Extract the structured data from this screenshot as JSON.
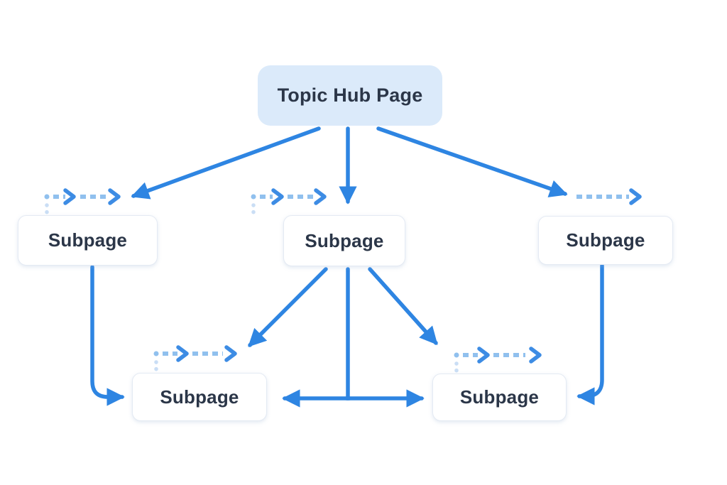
{
  "diagram": {
    "nodes": {
      "hub": {
        "label": "Topic Hub Page",
        "role": "hub"
      },
      "subpage_left": {
        "label": "Subpage",
        "role": "subpage"
      },
      "subpage_middle": {
        "label": "Subpage",
        "role": "subpage"
      },
      "subpage_right": {
        "label": "Subpage",
        "role": "subpage"
      },
      "subpage_bottom_left": {
        "label": "Subpage",
        "role": "subpage"
      },
      "subpage_bottom_right": {
        "label": "Subpage",
        "role": "subpage"
      }
    },
    "edges": [
      {
        "from": "hub",
        "to": "subpage_left",
        "style": "solid-arrow"
      },
      {
        "from": "hub",
        "to": "subpage_middle",
        "style": "solid-arrow"
      },
      {
        "from": "hub",
        "to": "subpage_right",
        "style": "solid-arrow"
      },
      {
        "from": "subpage_left",
        "to": "subpage_bottom_left",
        "style": "solid-arrow-elbow"
      },
      {
        "from": "subpage_middle",
        "to": "subpage_bottom_left",
        "style": "solid-arrow"
      },
      {
        "from": "subpage_middle",
        "to": "bottom_row_junction",
        "style": "solid-line"
      },
      {
        "from": "subpage_middle",
        "to": "subpage_bottom_right",
        "style": "solid-arrow"
      },
      {
        "from": "bottom_row_junction",
        "to": "subpage_bottom_left",
        "style": "solid-arrow"
      },
      {
        "from": "bottom_row_junction",
        "to": "subpage_bottom_right",
        "style": "solid-arrow"
      },
      {
        "from": "subpage_right",
        "to": "subpage_bottom_right",
        "style": "solid-arrow-elbow"
      },
      {
        "into": "subpage_left",
        "style": "dashed-chain-arrow"
      },
      {
        "into": "subpage_middle",
        "style": "dashed-chain-arrow"
      },
      {
        "out_of": "subpage_right",
        "style": "dashed-chain-arrow"
      },
      {
        "into": "subpage_bottom_left",
        "style": "dashed-chain-arrow"
      },
      {
        "into": "subpage_bottom_right",
        "style": "dashed-chain-arrow"
      }
    ],
    "colors": {
      "solid_arrow": "#2e85e2",
      "dashed_line": "#90c0ee",
      "dashed_arrowhead": "#3d8ce4",
      "dashed_tail": "#cadef5",
      "hub_fill": "#dbeafa",
      "node_fill": "#ffffff",
      "node_border": "#e4eaf3",
      "text": "#2b3648",
      "background": "#ffffff"
    }
  }
}
